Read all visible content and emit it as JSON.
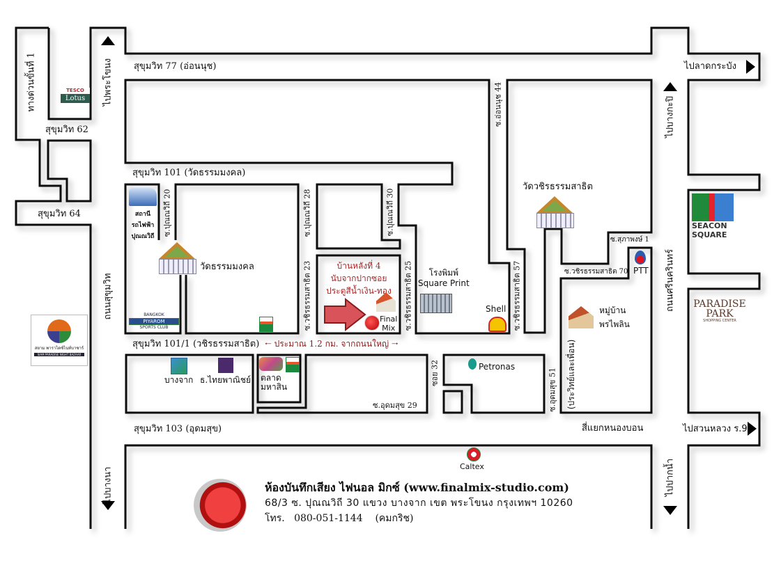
{
  "roads": {
    "sukhumvit_77": "สุขุมวิท 77 (อ่อนนุช)",
    "sukhumvit_62": "สุขุมวิท 62",
    "sukhumvit_64": "สุขุมวิท 64",
    "sukhumvit_101": "สุขุมวิท 101 (วัดธรรมมงคล)",
    "sukhumvit_101_1": "สุขุมวิท 101/1 (วชิรธรรมสาธิต)",
    "sukhumvit_103": "สุขุมวิท 103 (อุดมสุข)",
    "expressway": "ทางด่วนขั้นที่ 1",
    "to_phra_khanong": "ไปพระโขนง",
    "thanon_sukhumvit": "ถนนสุขุมวิท",
    "to_bang_na": "ไปบางนา",
    "to_bang_kapi": "ไปบางกะปิ",
    "thanon_srinakarin": "ถนนศรีนครินทร์",
    "to_pak_nam": "ไปปากน้ำ",
    "to_lat_krabang": "ไปลาดกระบัง",
    "to_suan_luang": "ไปสวนหลวง ร.9",
    "nong_bon_junction": "สี่แยกหนองบอน",
    "soi_punnawithi_20": "ซ.ปุณณวิถี 20",
    "soi_punnawithi_28": "ซ.ปุณณวิถี 28",
    "soi_punnawithi_30": "ซ.ปุณณวิถี 30",
    "soi_onnut_44": "ซ.อ่อนนุช 44",
    "soi_wachira_23": "ซ.วชิรธรรมสาธิต 23",
    "soi_wachira_25": "ซ.วชิรธรรมสาธิต 25",
    "soi_wachira_57": "ซ.วชิรธรรมสาธิต 57",
    "soi_wachira_70": "ซ.วชิรธรรมสาธิต 70",
    "soi_suphaphong_1": "ซ.สุภาพงษ์ 1",
    "soi_32": "ซอย 32",
    "soi_udomsuk_29": "ซ.อุดมสุข 29",
    "soi_udomsuk_51": "ซ.อุดมสุข 51",
    "soi_udomsuk_51_alias": "(ประวิทย์และเพื่อน)"
  },
  "distance_note": "ประมาณ 1.2 กม. จากถนนใหญ่",
  "destination_note": [
    "บ้านหลังที่ 4",
    "นับจากปากซอย",
    "ประตูสีน้ำเงิน-ทอง"
  ],
  "landmarks": {
    "tesco_top": "TESCO",
    "tesco_bottom": "Lotus",
    "bts": [
      "สถานี",
      "รถไฟฟ้า",
      "ปุณณวิถี"
    ],
    "wat_thammamongkhon": "วัดธรรมมงคล",
    "wat_wachira": "วัดวชิรธรรมสาธิต",
    "piyarom": [
      "BANGKOK",
      "PIYAROM",
      "SPORTS CLUB"
    ],
    "siam_paradise_th": "สยาม พาราไดซ์ไนท์บาซาร์",
    "siam_paradise_en": "SIAM PARADISE NIGHT BAZAAR",
    "final_mix": [
      "Final",
      "Mix"
    ],
    "printing_th": "โรงพิมพ์",
    "printing_en": "Square Print",
    "shell": "Shell",
    "ptt": "PTT",
    "village": [
      "หมู่บ้าน",
      "พรไพลิน"
    ],
    "petronas": "Petronas",
    "bangchak": "บางจาก",
    "scb": "ธ.ไทยพาณิชย์",
    "market": [
      "ตลาด",
      "มหาสิน"
    ],
    "seacon": [
      "SEACON",
      "SQUARE"
    ],
    "paradise_park": [
      "PARADISE",
      "PARK",
      "SHOPPING CENTER"
    ],
    "caltex": "Caltex"
  },
  "footer": {
    "studio_name": "ห้องบันทึกเสียง ไฟนอล มิกซ์ (www.finalmix-studio.com)",
    "address": "68/3 ซ. ปุณณวิถี 30 แขวง บางจาก เขต พระโขนง กรุงเทพฯ 10260",
    "phone_label": "โทร.",
    "phone": "080-051-1144",
    "contact": "(คมกริช)"
  },
  "icons": [
    "arrow-up-icon",
    "arrow-right-icon",
    "arrow-down-icon",
    "temple-icon",
    "train-icon",
    "house-icon",
    "factory-icon",
    "seven-eleven-icon",
    "shell-icon",
    "ptt-icon",
    "petronas-icon",
    "caltex-icon",
    "bangchak-icon",
    "scb-icon",
    "destination-arrow-icon"
  ],
  "colors": {
    "road_outline": "#111111",
    "note_red": "#b22222",
    "arrow_red": "#8b1a1a",
    "final_mix_red": "#d42020"
  }
}
